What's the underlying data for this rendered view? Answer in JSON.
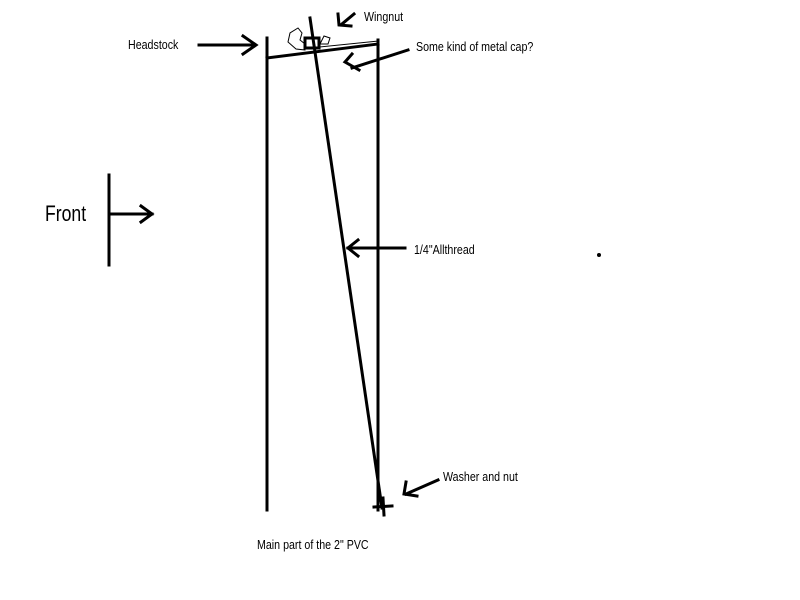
{
  "labels": {
    "wingnut": "Wingnut",
    "headstock": "Headstock",
    "metal_cap": "Some kind of metal cap?",
    "front": "Front",
    "allthread": "1/4\"Allthread",
    "washer_nut": "Washer and nut",
    "pvc": "Main part of the 2\" PVC"
  },
  "colors": {
    "ink": "#000000",
    "background": "#ffffff"
  }
}
